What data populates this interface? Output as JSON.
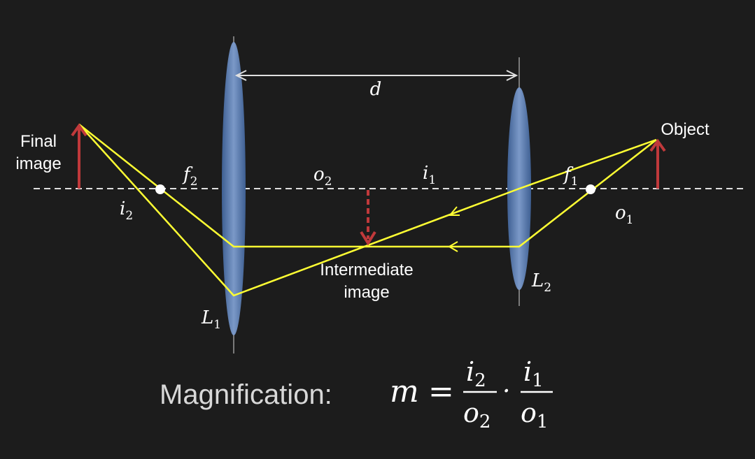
{
  "colors": {
    "background": "#1c1c1c",
    "ray": "#ffff33",
    "arrow": "#c0393b",
    "lens": "#5a78aa",
    "axis": "#e0e0e0",
    "text": "#ffffff",
    "formula": "#d8d8d8"
  },
  "labels": {
    "final_image_line1": "Final",
    "final_image_line2": "image",
    "object": "Object",
    "intermediate_line1": "Intermediate",
    "intermediate_line2": "image",
    "d": "d",
    "f2_base": "f",
    "f2_sub": "2",
    "f1_base": "f",
    "f1_sub": "1",
    "o2_base": "o",
    "o2_sub": "2",
    "i1_base": "i",
    "i1_sub": "1",
    "i2_base": "i",
    "i2_sub": "2",
    "o1_base": "o",
    "o1_sub": "1",
    "L1_base": "L",
    "L1_sub": "1",
    "L2_base": "L",
    "L2_sub": "2"
  },
  "formula": {
    "label": "Magnification:",
    "m": "m",
    "equals": "=",
    "dot": "·",
    "frac1_num_base": "i",
    "frac1_num_sub": "2",
    "frac1_den_base": "o",
    "frac1_den_sub": "2",
    "frac2_num_base": "i",
    "frac2_num_sub": "1",
    "frac2_den_base": "o",
    "frac2_den_sub": "1"
  }
}
